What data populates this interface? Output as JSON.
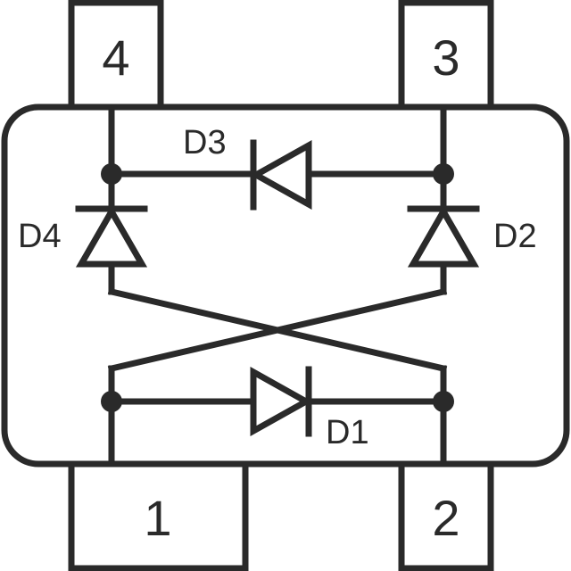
{
  "pins": {
    "p1": "1",
    "p2": "2",
    "p3": "3",
    "p4": "4"
  },
  "diodes": {
    "d1": "D1",
    "d2": "D2",
    "d3": "D3",
    "d4": "D4"
  },
  "colors": {
    "ink": "#2a2a2a",
    "background": "#ffffff"
  }
}
